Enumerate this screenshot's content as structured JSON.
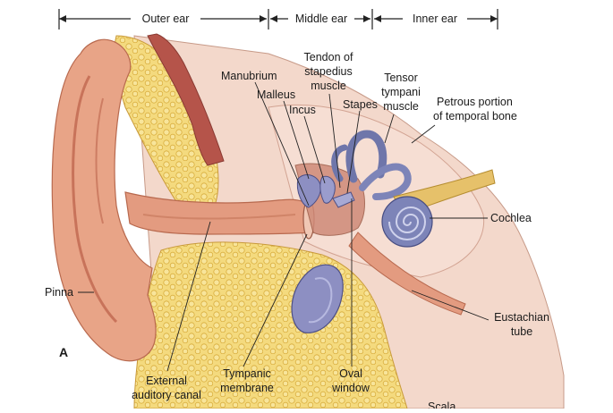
{
  "sections": {
    "outer": "Outer ear",
    "middle": "Middle ear",
    "inner": "Inner ear"
  },
  "panel_letter": "A",
  "labels": {
    "manubrium": "Manubrium",
    "malleus": "Malleus",
    "incus": "Incus",
    "tendon": [
      "Tendon of",
      "stapedius",
      "muscle"
    ],
    "stapes": "Stapes",
    "tensor": [
      "Tensor",
      "tympani",
      "muscle"
    ],
    "petrous": [
      "Petrous portion",
      "of temporal bone"
    ],
    "cochlea": "Cochlea",
    "pinna": "Pinna",
    "eustachian": [
      "Eustachian",
      "tube"
    ],
    "external_canal": [
      "External",
      "auditory canal"
    ],
    "tympanic": [
      "Tympanic",
      "membrane"
    ],
    "oval_window": [
      "Oval",
      "window"
    ],
    "scala": "Scala"
  },
  "colors": {
    "skin": "#e8a487",
    "skin_dark": "#c8735a",
    "fat": "#f2d674",
    "fat_dot": "#e0b640",
    "bone": "#f3d3c6",
    "muscle": "#b8574a",
    "ossicle": "#8d8fc2",
    "cochlea": "#7d84b8",
    "nerve": "#e6c16a",
    "line": "#222222"
  }
}
